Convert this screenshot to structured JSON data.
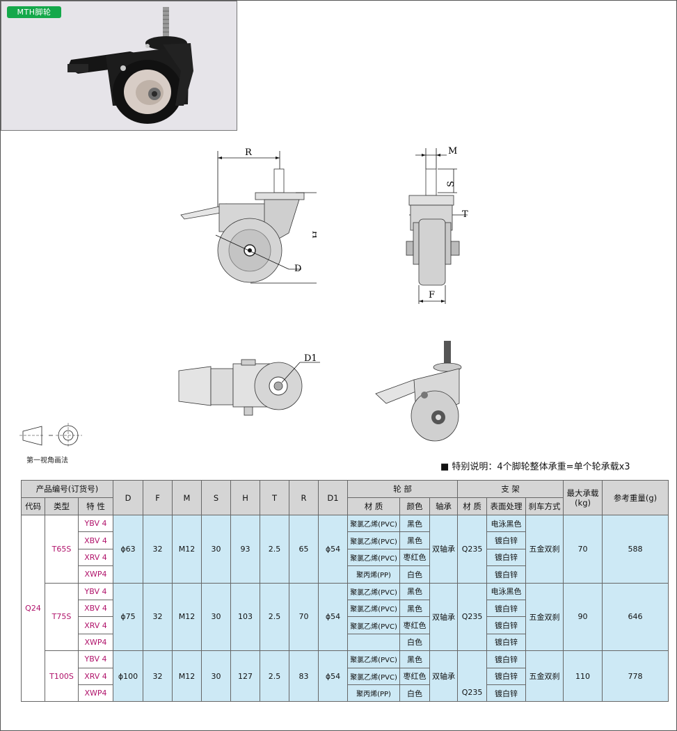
{
  "header_tag": "MTH脚轮",
  "dimension_labels": {
    "R": "R",
    "H": "H",
    "D": "D",
    "M": "M",
    "S": "S",
    "T": "T",
    "F": "F",
    "D1": "D1"
  },
  "view_method": "第一视角画法",
  "note": "■  特别说明：4个脚轮整体承重=单个轮承载x3",
  "table": {
    "headers": {
      "product_no": "产品编号(订货号)",
      "code": "代码",
      "type": "类型",
      "feature": "特 性",
      "D": "D",
      "F": "F",
      "M": "M",
      "S": "S",
      "H": "H",
      "T": "T",
      "R": "R",
      "D1": "D1",
      "wheel": "轮 部",
      "wheel_material": "材 质",
      "wheel_color": "颜色",
      "bearing": "轴承",
      "bracket": "支 架",
      "bracket_material": "材 质",
      "surface": "表面处理",
      "brake": "刹车方式",
      "max_load": "最大承载\n(kg)",
      "weight": "参考重量(g)"
    },
    "code": "Q24",
    "groups": [
      {
        "type": "T65S",
        "D": "ϕ63",
        "F": "32",
        "M": "M12",
        "S": "30",
        "H": "93",
        "T": "2.5",
        "R": "65",
        "D1": "ϕ54",
        "bearing": "双轴承",
        "bracket_material": "Q235",
        "brake": "五金双刹",
        "max_load": "70",
        "weight": "588",
        "rows": [
          {
            "feature": "YBV 4",
            "material": "聚氯乙烯(PVC)",
            "color": "黑色",
            "surface": "电泳黑色"
          },
          {
            "feature": "XBV 4",
            "material": "聚氯乙烯(PVC)",
            "color": "黑色",
            "surface": "镀白锌"
          },
          {
            "feature": "XRV 4",
            "material": "聚氯乙烯(PVC)",
            "color": "枣红色",
            "surface": "镀白锌"
          },
          {
            "feature": "XWP4",
            "material": "聚丙烯(PP)",
            "color": "白色",
            "surface": "镀白锌"
          }
        ]
      },
      {
        "type": "T75S",
        "D": "ϕ75",
        "F": "32",
        "M": "M12",
        "S": "30",
        "H": "103",
        "T": "2.5",
        "R": "70",
        "D1": "ϕ54",
        "bearing": "双轴承",
        "bracket_material": "Q235",
        "brake": "五金双刹",
        "max_load": "90",
        "weight": "646",
        "rows": [
          {
            "feature": "YBV 4",
            "material": "聚氯乙烯(PVC)",
            "color": "黑色",
            "surface": "电泳黑色"
          },
          {
            "feature": "XBV 4",
            "material": "聚氯乙烯(PVC)",
            "color": "黑色",
            "surface": "镀白锌"
          },
          {
            "feature": "XRV 4",
            "material": "聚氯乙烯(PVC)",
            "color": "枣红色",
            "surface": "镀白锌"
          },
          {
            "feature": "XWP4",
            "material": "",
            "color": "白色",
            "surface": "镀白锌"
          }
        ]
      },
      {
        "type": "T100S",
        "D": "ϕ100",
        "F": "32",
        "M": "M12",
        "S": "30",
        "H": "127",
        "T": "2.5",
        "R": "83",
        "D1": "ϕ54",
        "bearing": "双轴承",
        "bracket_material": "Q235",
        "brake": "五金双刹",
        "max_load": "110",
        "weight": "778",
        "rows": [
          {
            "feature": "YBV 4",
            "material": "聚氯乙烯(PVC)",
            "color": "黑色",
            "surface": "镀白锌"
          },
          {
            "feature": "XRV 4",
            "material": "聚氯乙烯(PVC)",
            "color": "枣红色",
            "surface": "镀白锌"
          },
          {
            "feature": "XWP4",
            "material": "聚丙烯(PP)",
            "color": "白色",
            "surface": "镀白锌"
          }
        ]
      }
    ]
  }
}
